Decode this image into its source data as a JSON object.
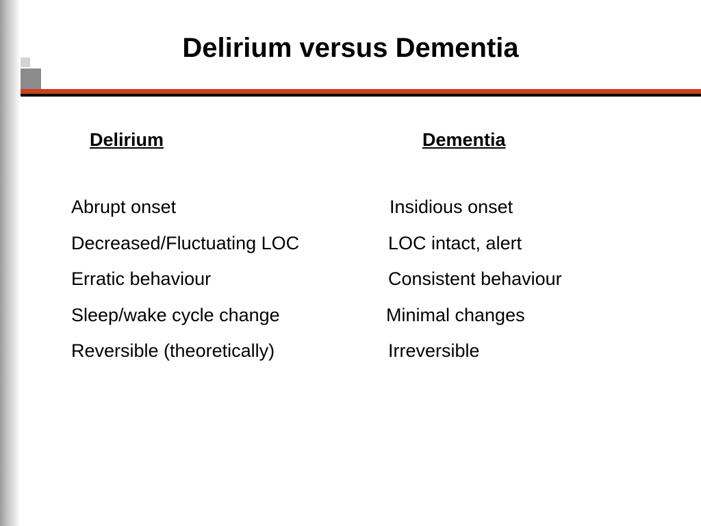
{
  "slide": {
    "title": "Delirium versus Dementia",
    "left_heading": "Delirium",
    "right_heading": "Dementia",
    "rows": [
      {
        "delirium": "Abrupt onset",
        "dementia": "Insidious onset"
      },
      {
        "delirium": "Decreased/Fluctuating LOC",
        "dementia": "LOC intact, alert"
      },
      {
        "delirium": "Erratic behaviour",
        "dementia": "Consistent behaviour"
      },
      {
        "delirium": "Sleep/wake cycle change",
        "dementia": "Minimal changes"
      },
      {
        "delirium": "Reversible (theoretically)",
        "dementia": "Irreversible"
      }
    ]
  },
  "colors": {
    "accent_rule": "#c8411b",
    "rule_dark": "#000000",
    "edge_gray": "#8c8c8c"
  }
}
